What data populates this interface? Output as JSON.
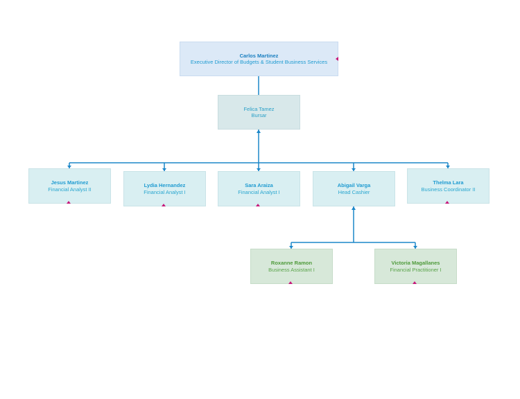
{
  "colors": {
    "connector": "#1b87c9",
    "handle": "#c6187a",
    "top_fill": "#dce9f7",
    "row_fill": "#d9eff2",
    "green_fill": "#d7e8d9"
  },
  "org": {
    "top": {
      "name": "Carlos Martinez",
      "title": "Executive Director of Budgets & Student Business Services"
    },
    "bursar": {
      "name": "Felica Tamez",
      "title": "Bursar"
    },
    "reports": [
      {
        "name": "Jesus Martinez",
        "title": "Financial Analyst II"
      },
      {
        "name": "Lydia Hernandez",
        "title": "Financial Analyst I"
      },
      {
        "name": "Sara Araiza",
        "title": "Financial Analyst I"
      },
      {
        "name": "Abigail Varga",
        "title": "Head Cashier"
      },
      {
        "name": "Thelma Lara",
        "title": "Business Coordinator II"
      }
    ],
    "cashier_reports": [
      {
        "name": "Roxanne Ramon",
        "title": "Business Assistant I"
      },
      {
        "name": "Victoria Magallanes",
        "title": "Financial Practitioner I"
      }
    ]
  }
}
